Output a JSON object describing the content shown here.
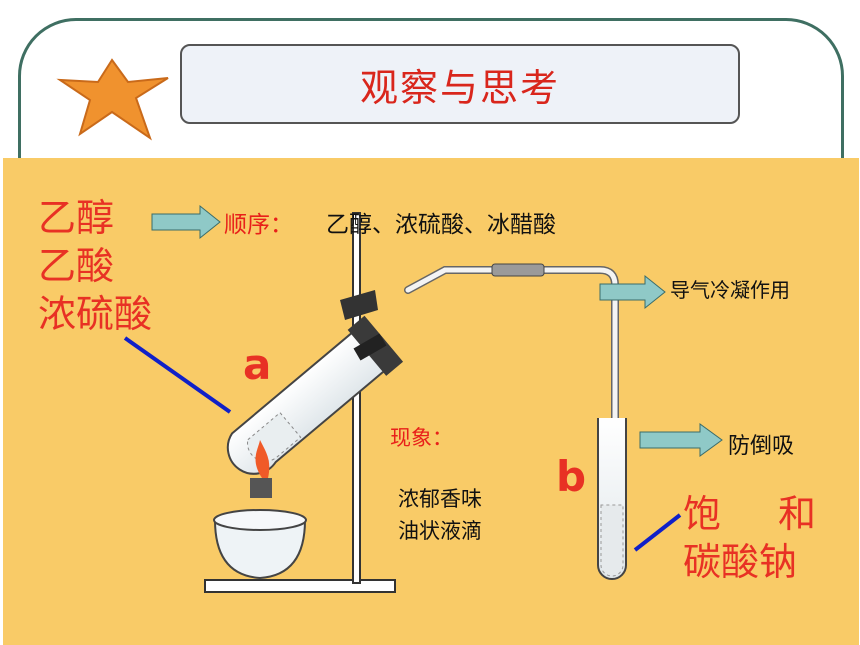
{
  "title": "观察与思考",
  "reagents": [
    "乙醇",
    "乙酸",
    "浓硫酸"
  ],
  "order": {
    "label": "顺序：",
    "value": "乙醇、浓硫酸、冰醋酸"
  },
  "condense_note": "导气冷凝作用",
  "anti_suckback_note": "防倒吸",
  "phenomenon": {
    "label": "现象：",
    "lines": [
      "浓郁香味",
      "油状液滴"
    ]
  },
  "tube_a_label": "a",
  "tube_b_label": "b",
  "solution": {
    "line1_a": "饱",
    "line1_b": "和",
    "line2": "碳酸钠"
  },
  "colors": {
    "panel": "#f9cb67",
    "accent_red": "#e83124",
    "frame": "#3f6f62",
    "arrow": "#8fc9c7"
  }
}
